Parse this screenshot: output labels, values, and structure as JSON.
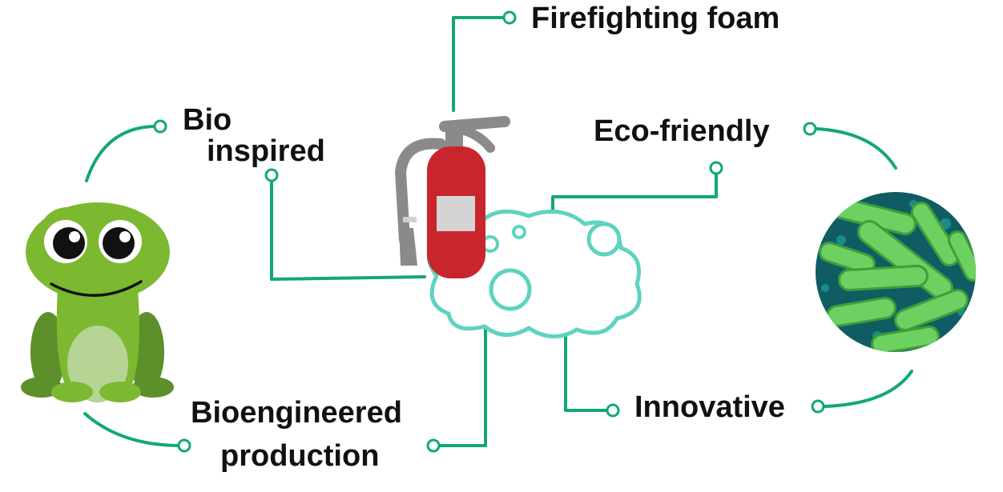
{
  "labels": {
    "firefighting_foam": "Firefighting foam",
    "bio_inspired_line1": "Bio",
    "bio_inspired_line2": "inspired",
    "eco_friendly": "Eco-friendly",
    "bioengineered_line1": "Bioengineered",
    "bioengineered_line2": "production",
    "innovative": "Innovative"
  },
  "icons": {
    "frog": "frog-icon",
    "extinguisher": "fire-extinguisher-icon",
    "foam": "foam-cloud-icon",
    "bacteria": "bacteria-icon"
  },
  "colors": {
    "connector": "#12a875",
    "frog_body": "#7db831",
    "frog_dark": "#5d8f2a",
    "frog_belly": "#b6d494",
    "extinguisher_red": "#c9252d",
    "extinguisher_grey": "#8a8a8a",
    "foam": "#5ed3bf",
    "bacteria_bg": "#0f5d63",
    "bacteria_rod": "#6cd161"
  }
}
